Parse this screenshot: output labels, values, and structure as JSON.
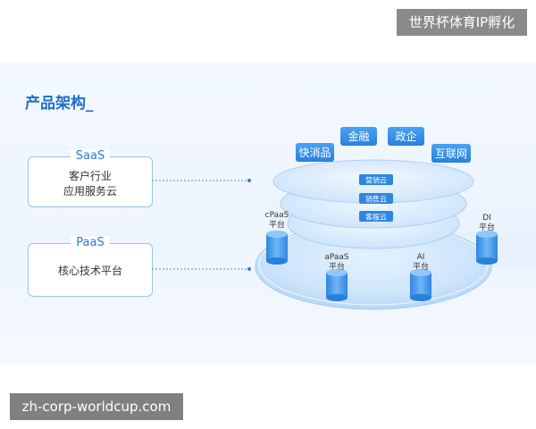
{
  "watermark_top": "世界杯体育IP孵化",
  "watermark_bottom": "zh-corp-worldcup.com",
  "section_title": "产品架构_",
  "tiers": [
    {
      "name": "SaaS",
      "lines": [
        "客户行业",
        "应用服务云"
      ]
    },
    {
      "name": "PaaS",
      "lines": [
        "核心技术平台"
      ]
    }
  ],
  "industry_tags": [
    "快消品",
    "金融",
    "政企",
    "互联网"
  ],
  "saas_layers": [
    "营销云",
    "销售云",
    "客服云"
  ],
  "paas_components": [
    {
      "name": "cPaaS",
      "sub": "平台"
    },
    {
      "name": "aPaaS",
      "sub": "平台"
    },
    {
      "name": "AI",
      "sub": "平台"
    },
    {
      "name": "DI",
      "sub": "平台"
    }
  ],
  "colors": {
    "accent": "#1e6fc8",
    "chip": "#2e8ae6",
    "box_border": "#9cc2ea"
  }
}
